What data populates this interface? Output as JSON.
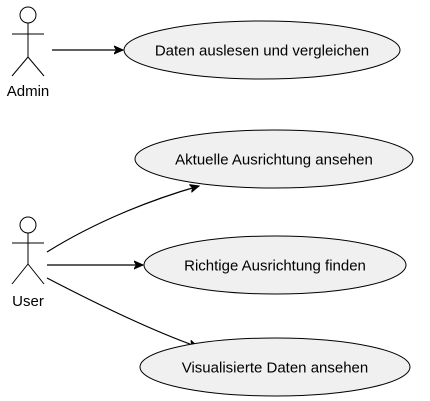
{
  "actors": {
    "admin": {
      "label": "Admin"
    },
    "user": {
      "label": "User"
    }
  },
  "use_cases": [
    {
      "id": "daten-auslesen",
      "label": "Daten auslesen und vergleichen"
    },
    {
      "id": "aktuelle-ausrichtung",
      "label": "Aktuelle Ausrichtung ansehen"
    },
    {
      "id": "richtige-ausrichtung",
      "label": "Richtige Ausrichtung finden"
    },
    {
      "id": "visualisierte-daten",
      "label": "Visualisierte Daten ansehen"
    }
  ],
  "associations": [
    {
      "from": "Admin",
      "to": "Daten auslesen und vergleichen"
    },
    {
      "from": "User",
      "to": "Aktuelle Ausrichtung ansehen"
    },
    {
      "from": "User",
      "to": "Richtige Ausrichtung finden"
    },
    {
      "from": "User",
      "to": "Visualisierte Daten ansehen"
    }
  ],
  "colors": {
    "usecase_fill": "#f0f0f0",
    "stroke": "#000000",
    "background": "#ffffff"
  }
}
